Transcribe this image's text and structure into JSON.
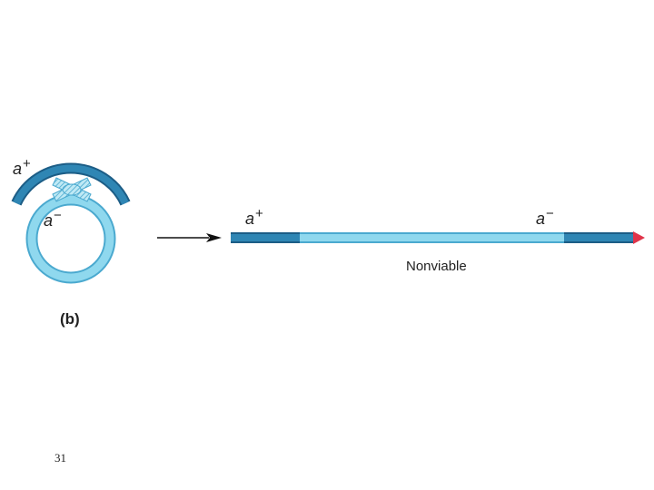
{
  "diagram": {
    "allele_symbol": "a",
    "plus_sign": "+",
    "minus_sign": "−",
    "result_caption": "Nonviable",
    "panel_label": "(b)",
    "colors": {
      "dark_strand": "#2f86b4",
      "dark_strand_edge": "#1c5d86",
      "light_strand": "#8fd8ee",
      "light_strand_edge": "#4aa9cf",
      "crossover_hatch": "#4aa9cf",
      "end_marker": "#e0344a",
      "arrow": "#111111"
    },
    "icons": {
      "arrow": "right-arrow-icon"
    }
  },
  "page": {
    "number": "31"
  }
}
